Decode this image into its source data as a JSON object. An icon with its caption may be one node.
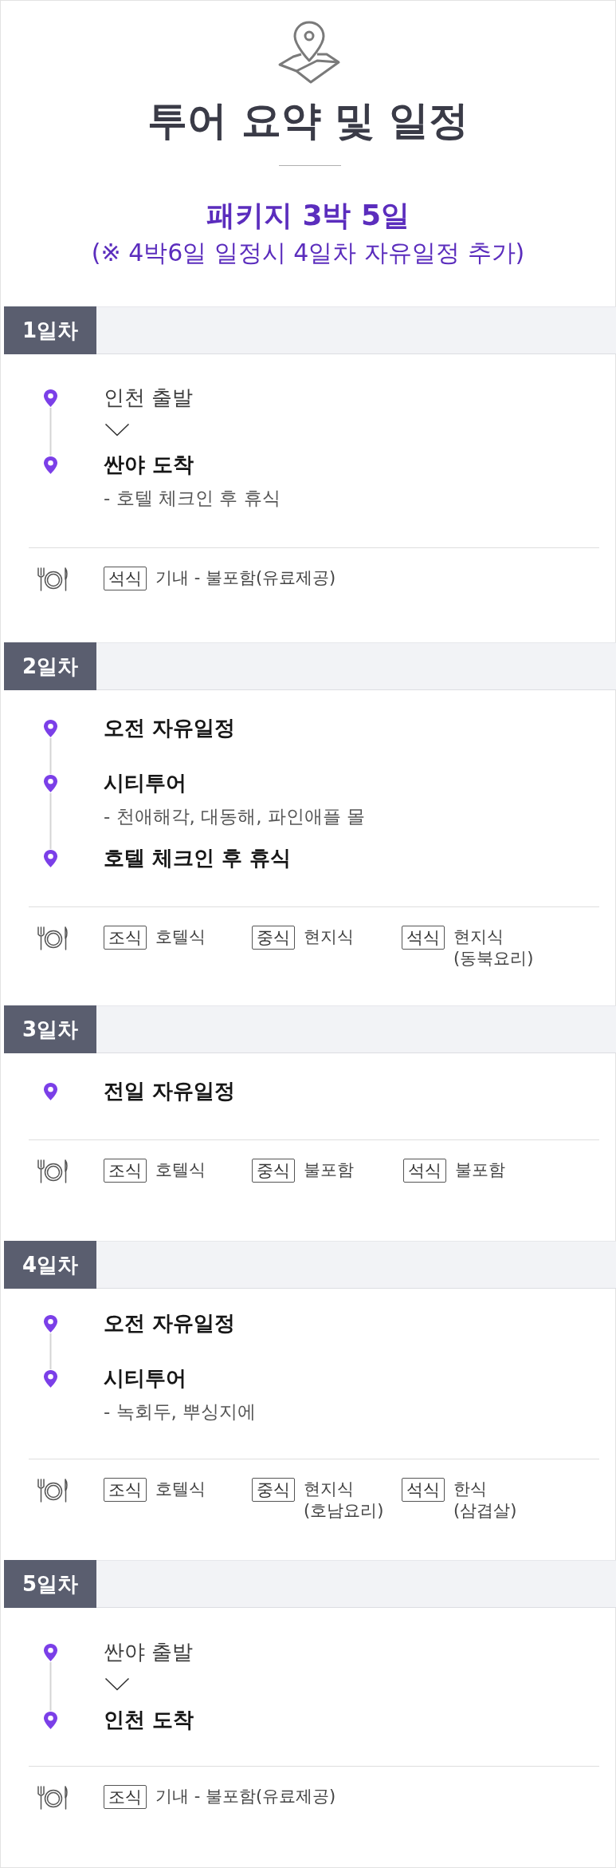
{
  "diagram": {
    "title": "투어 요약 및 일정",
    "nodes": [
      {
        "text": [
          "1일차"
        ]
      },
      {
        "text": [
          "인천 출발"
        ]
      },
      {
        "text": [
          "싼야 도착",
          "- 호텔 체크인 후 휴식"
        ]
      },
      {
        "text": [
          "석식"
        ],
        "beside": [
          "기내 - 불포함(유료제공)"
        ]
      },
      {
        "text": [
          "2일차"
        ]
      },
      {
        "text": [
          "오전 자유일정"
        ]
      },
      {
        "text": [
          "시티투어",
          "- 천애해각, 대동해, 파인애플 몰"
        ]
      },
      {
        "text": [
          "호텔 체크인 후 휴식"
        ]
      },
      {
        "text": [
          "조식"
        ],
        "beside": [
          "호텔식"
        ]
      },
      {
        "text": [
          "중식"
        ],
        "beside": [
          "현지식"
        ]
      },
      {
        "text": [
          "석식"
        ],
        "beside": [
          "현지식 (동북요리)"
        ]
      },
      {
        "text": [
          "3일차"
        ]
      },
      {
        "text": [
          "전일 자유일정"
        ]
      },
      {
        "text": [
          "조식"
        ],
        "beside": [
          "호텔식"
        ]
      },
      {
        "text": [
          "중식"
        ],
        "beside": [
          "불포함"
        ]
      },
      {
        "text": [
          "석식"
        ],
        "beside": [
          "불포함"
        ]
      },
      {
        "text": [
          "4일차"
        ]
      },
      {
        "text": [
          "오전 자유일정"
        ]
      },
      {
        "text": [
          "시티투어",
          "- 녹회두, 뿌싱지에"
        ]
      },
      {
        "text": [
          "조식"
        ],
        "beside": [
          "호텔식"
        ]
      },
      {
        "text": [
          "중식"
        ],
        "beside": [
          "현지식 (호남요리)"
        ]
      },
      {
        "text": [
          "석식"
        ],
        "beside": [
          "한식 (삼겹살)"
        ]
      },
      {
        "text": [
          "5일차"
        ]
      },
      {
        "text": [
          "싼야 출발"
        ]
      },
      {
        "text": [
          "인천 도착"
        ]
      },
      {
        "text": [
          "조식"
        ],
        "beside": [
          "기내 - 불포함(유료제공)"
        ]
      }
    ],
    "edges": [
      {
        "from": 1,
        "to": 2,
        "arrow": "none"
      },
      {
        "from": 5,
        "to": 6,
        "arrow": "none"
      },
      {
        "from": 6,
        "to": 7,
        "arrow": "none"
      },
      {
        "from": 17,
        "to": 18,
        "arrow": "none"
      },
      {
        "from": 23,
        "to": 24,
        "arrow": "none"
      }
    ],
    "labels": [
      "패키지 3박 5일",
      "(※ 4박6일 일정시 4일차 자유일정 추가)"
    ]
  }
}
